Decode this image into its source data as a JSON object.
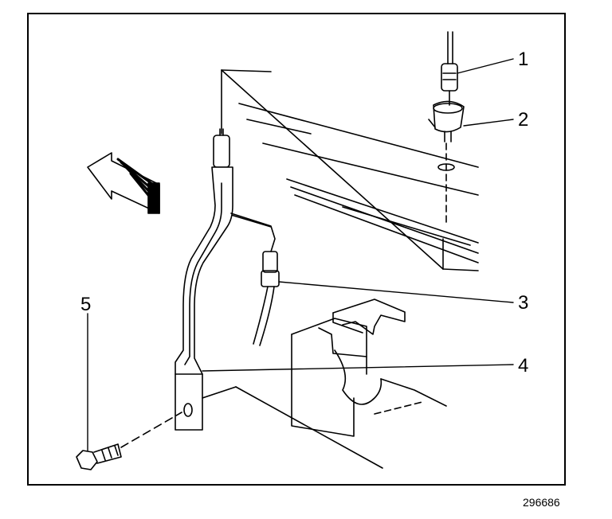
{
  "callouts": [
    {
      "id": "1",
      "label": "1"
    },
    {
      "id": "2",
      "label": "2"
    },
    {
      "id": "3",
      "label": "3"
    },
    {
      "id": "4",
      "label": "4"
    },
    {
      "id": "5",
      "label": "5"
    }
  ],
  "figure_id": "296686",
  "colors": {
    "line": "#000000",
    "background": "#ffffff"
  }
}
